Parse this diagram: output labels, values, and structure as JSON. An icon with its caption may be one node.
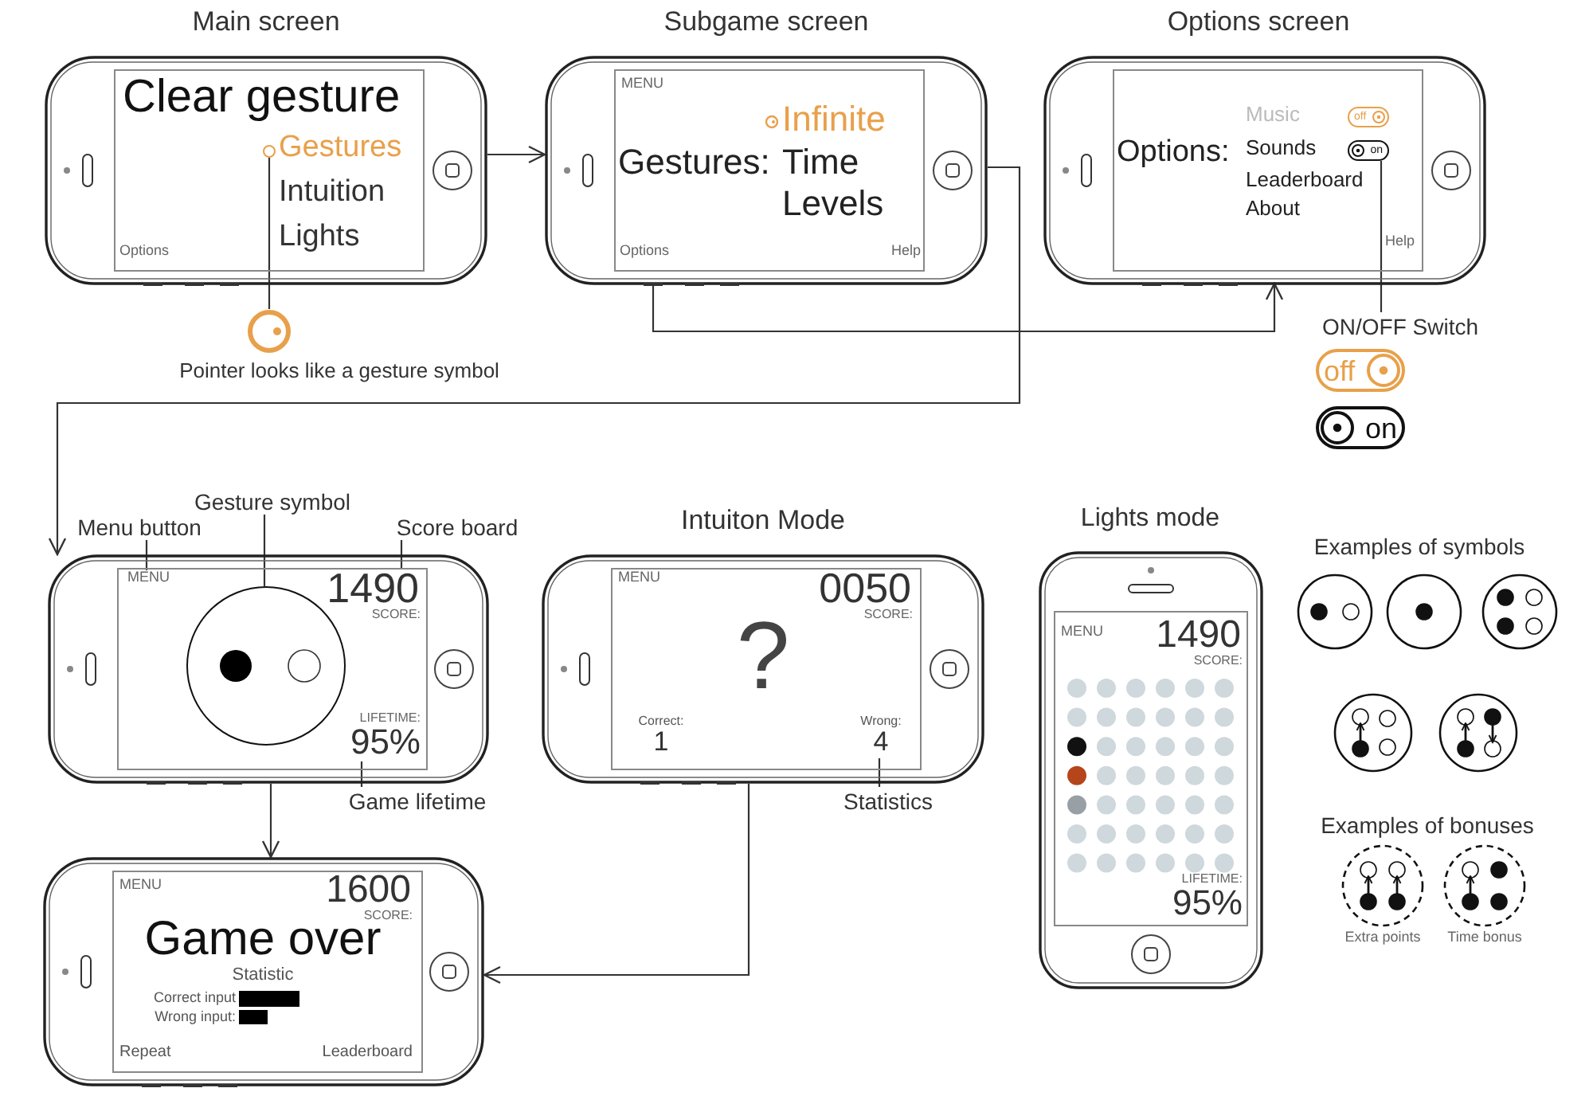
{
  "diagram": {
    "nodes": [
      {
        "text": [
          "Main screen",
          "Clear gesture",
          "Gestures",
          "Intuition",
          "Lights",
          "Options"
        ]
      },
      {
        "text": [],
        "shape": "circle",
        "in": 0
      },
      {
        "text": [
          "Subgame screen",
          "MENU",
          "Infinite",
          "Gestures:",
          "Time",
          "Levels",
          "Options",
          "Help"
        ]
      },
      {
        "text": [
          "Options screen",
          "Options:",
          "Music",
          "Sounds",
          "Leaderboard",
          "About",
          "Help"
        ]
      },
      {
        "text": [
          "off"
        ],
        "in": 3
      },
      {
        "text": [
          "on"
        ],
        "in": 3
      },
      {
        "text": [
          "Pointer looks like a gesture symbol"
        ]
      },
      {
        "text": [
          "ON/OFF Switch"
        ]
      },
      {
        "text": [
          "off"
        ]
      },
      {
        "text": [
          "on"
        ]
      },
      {
        "text": [
          "Menu button"
        ]
      },
      {
        "text": [
          "Gesture symbol"
        ]
      },
      {
        "text": [
          "Score board"
        ]
      },
      {
        "text": [
          "MENU",
          "1490",
          "SCORE:",
          "LIFETIME:",
          "95%"
        ]
      },
      {
        "text": [],
        "shape": "circle",
        "in": 13
      },
      {
        "text": [
          "Intuiton Mode",
          "MENU",
          "0050",
          "SCORE:",
          "?",
          "Correct:",
          "1",
          "Wrong:",
          "4"
        ]
      },
      {
        "text": [
          "Lights mode",
          "MENU",
          "1490",
          "SCORE:",
          "LIFETIME:",
          "95%"
        ]
      },
      {
        "text": [
          "Game lifetime"
        ]
      },
      {
        "text": [
          "Statistics"
        ]
      },
      {
        "text": [
          "MENU",
          "1600",
          "SCORE:",
          "Game over",
          "Statistic",
          "Correct input",
          "Wrong input:",
          "Repeat",
          "Leaderboard"
        ]
      }
    ],
    "edges": [
      {
        "from": 0,
        "to": 2,
        "arrow": "to"
      },
      {
        "from": 2,
        "to": 3,
        "arrow": "to"
      },
      {
        "from": 2,
        "to": 13,
        "arrow": "to"
      },
      {
        "from": 13,
        "to": 19,
        "arrow": "to"
      },
      {
        "from": 15,
        "to": 19,
        "arrow": "to"
      },
      {
        "from": 6,
        "to": 1,
        "arrow": "none"
      },
      {
        "from": 7,
        "to": 5,
        "arrow": "none"
      },
      {
        "from": 10,
        "to": 13,
        "arrow": "none"
      },
      {
        "from": 11,
        "to": 14,
        "arrow": "none"
      },
      {
        "from": 12,
        "to": 13,
        "arrow": "none"
      },
      {
        "from": 17,
        "to": 13,
        "arrow": "none"
      },
      {
        "from": 18,
        "to": 15,
        "arrow": "none"
      }
    ],
    "labels": [
      "Examples of symbols",
      "Examples of bonuses",
      "Extra points",
      "Time bonus"
    ]
  }
}
